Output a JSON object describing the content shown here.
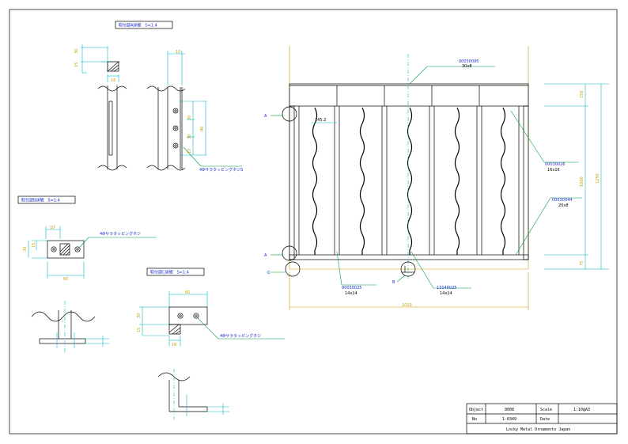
{
  "titles": {
    "detail_a": "取付部A詳細　S=1:4",
    "detail_b": "取付部B詳細　S=1:4",
    "detail_c": "取付部C詳細　S=1:4"
  },
  "callouts": {
    "screw_1": "4ΦサラタッピングネジS",
    "screw_2": "4Φサラタッピングネジ",
    "screw_3": "4Φサラタッピングネジ"
  },
  "parts": {
    "top_rail_code": "00030095",
    "top_rail_size": "30x8",
    "picket_code": "00030026",
    "picket_size": "16x16",
    "rail_code": "00030044",
    "rail_size": "20x8",
    "post_code": "00030025",
    "post_size": "14x14",
    "bottom_code": "13140025",
    "bottom_size": "14x14"
  },
  "section_marks": {
    "a_top": "A",
    "a_bottom": "A",
    "b": "B",
    "c": "C"
  },
  "dimensions": {
    "detail_a_w": "30",
    "detail_a_h": "15",
    "detail_a_t": "16",
    "detail_a2_w": "10",
    "detail_a2_s1": "30",
    "detail_a2_s2": "30",
    "detail_a2_s3": "15",
    "detail_a2_total": "90",
    "detail_b_top": "10",
    "detail_b_s1": "30",
    "detail_b_s2": "15",
    "detail_b_w": "60",
    "detail_c_w": "60",
    "detail_c_h1": "30",
    "detail_c_h2": "15",
    "detail_c_t": "16",
    "picket_gap": "145.2",
    "total_width": "1010",
    "h_top": "150",
    "h_mid": "1000",
    "h_bottom": "75",
    "h_total": "1250"
  },
  "title_block": {
    "object_label": "Object",
    "object_value": "0000",
    "scale_label": "Scale",
    "scale_value": "1:10@A3",
    "no_label": "No",
    "no_value": "1-0349",
    "date_label": "Date",
    "date_value": "",
    "company": "Locky Metal Ornamento Japan"
  },
  "colors": {
    "outline": "#000000",
    "centerline": "#00b8c8",
    "leader": "#00a040",
    "dimension": "#c8a000",
    "label_text": "#1a2ad0"
  }
}
